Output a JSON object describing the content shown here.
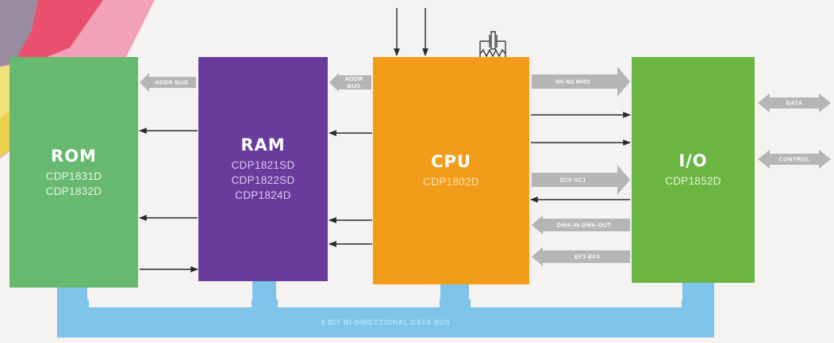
{
  "diagram": {
    "blocks": {
      "rom": {
        "title": "ROM",
        "parts": [
          "CDP1831D",
          "CDP1832D"
        ]
      },
      "ram": {
        "title": "RAM",
        "parts": [
          "CDP1821SD",
          "CDP1822SD",
          "CDP1824D"
        ]
      },
      "cpu": {
        "title": "CPU",
        "parts": [
          "CDP1802D"
        ]
      },
      "io": {
        "title": "I/O",
        "parts": [
          "CDP1852D"
        ]
      }
    },
    "signals": {
      "addr_bus_rom": "ADDR BUS",
      "addr_bus_cpu": "ADDR BUS",
      "n0_n2_mrd": "N0-N2 MRD",
      "sc0_sc1": "SC0 SC1",
      "dma": "DMA-IN DMA-OUT",
      "ef": "EF1-EF4",
      "data": "DATA",
      "control": "CONTROL"
    },
    "data_bus": "8 BIT BI-DIRECTIONAL DATA BUS",
    "colors": {
      "rom": "#66b96e",
      "ram": "#6b3a9d",
      "cpu": "#f29d1a",
      "io": "#6bb542",
      "data_bus": "#7ec3ea",
      "bus_arrow": "#b5b5b5"
    }
  }
}
